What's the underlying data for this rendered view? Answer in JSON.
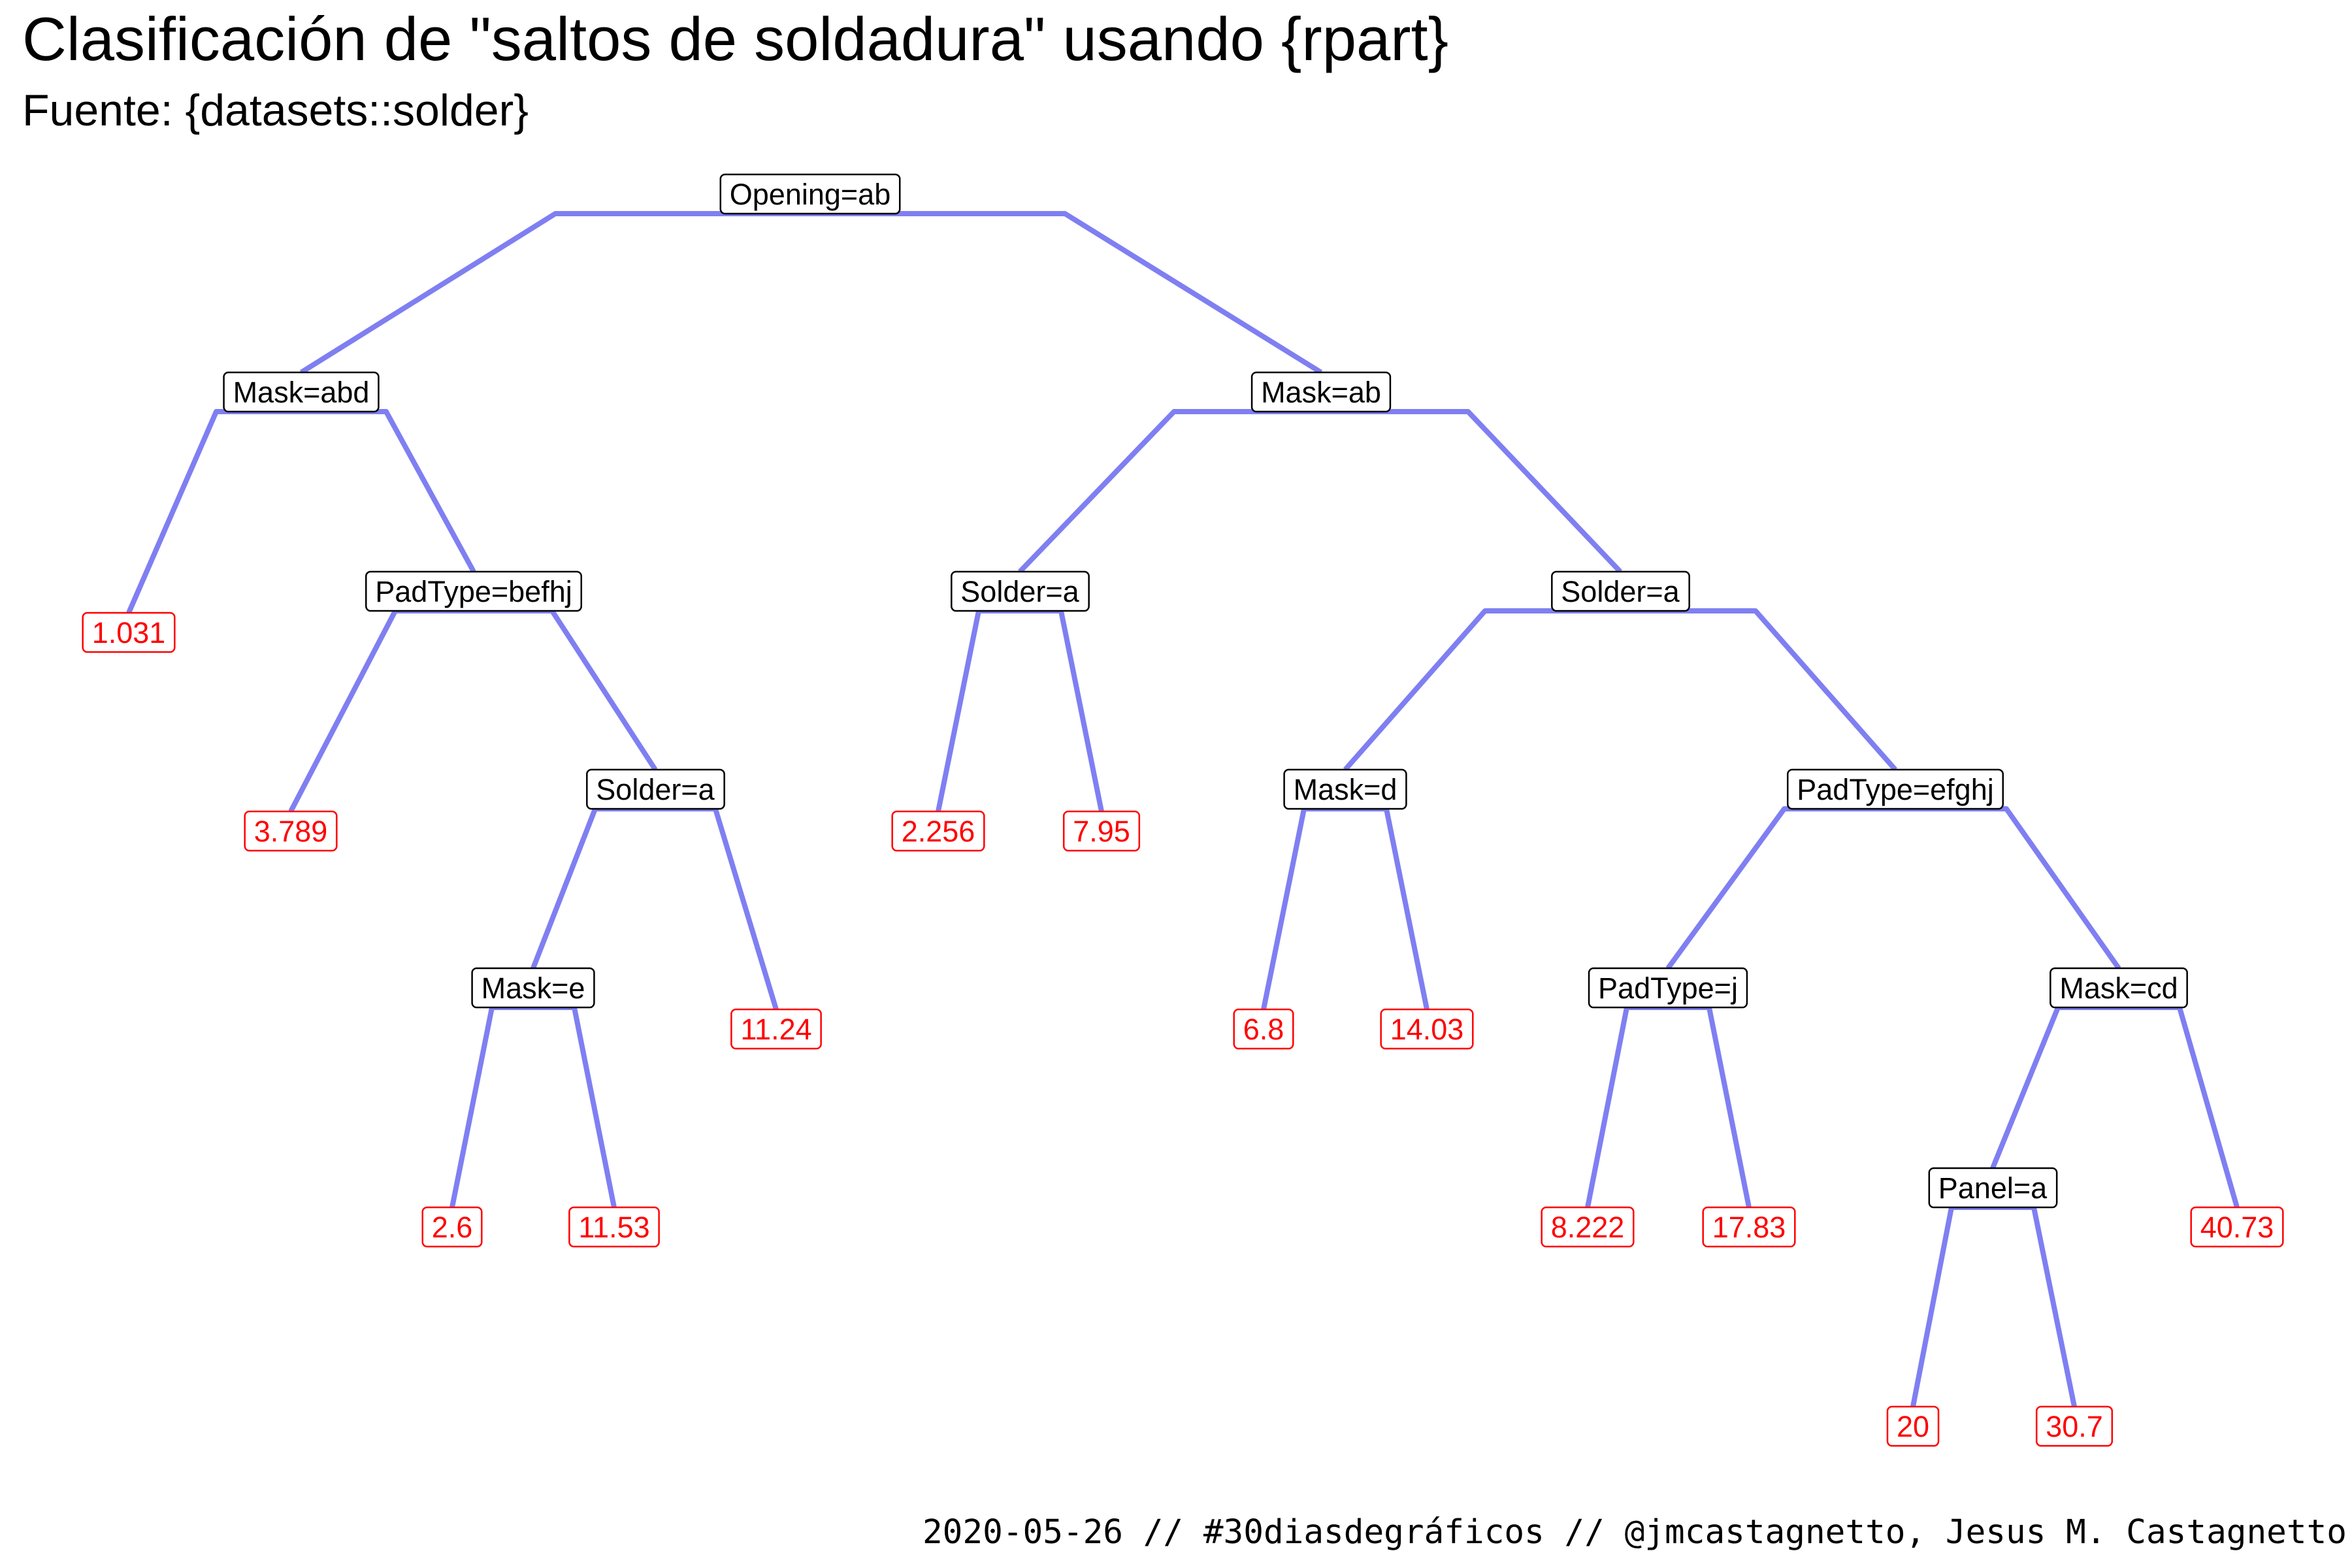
{
  "header": {
    "title": "Clasificación de \"saltos de soldadura\" usando {rpart}",
    "subtitle": "Fuente: {datasets::solder}"
  },
  "footer": {
    "caption": "2020-05-26 // #30diasdegráficos // @jmcastagnetto, Jesus M. Castagnetto"
  },
  "colors": {
    "edge": "#7f7ff2",
    "split_text": "#000000",
    "leaf_text": "#ff0000",
    "background": "#ffffff"
  },
  "tree": {
    "label": "Opening=ab",
    "children": [
      {
        "label": "Mask=abd",
        "children": [
          {
            "label": "1.031"
          },
          {
            "label": "PadType=befhj",
            "children": [
              {
                "label": "3.789"
              },
              {
                "label": "Solder=a",
                "children": [
                  {
                    "label": "Mask=e",
                    "children": [
                      {
                        "label": "2.6"
                      },
                      {
                        "label": "11.53"
                      }
                    ]
                  },
                  {
                    "label": "11.24"
                  }
                ]
              }
            ]
          }
        ]
      },
      {
        "label": "Mask=ab",
        "children": [
          {
            "label": "Solder=a",
            "children": [
              {
                "label": "2.256"
              },
              {
                "label": "7.95"
              }
            ]
          },
          {
            "label": "Solder=a",
            "children": [
              {
                "label": "Mask=d",
                "children": [
                  {
                    "label": "6.8"
                  },
                  {
                    "label": "14.03"
                  }
                ]
              },
              {
                "label": "PadType=efghj",
                "children": [
                  {
                    "label": "PadType=j",
                    "children": [
                      {
                        "label": "8.222"
                      },
                      {
                        "label": "17.83"
                      }
                    ]
                  },
                  {
                    "label": "Mask=cd",
                    "children": [
                      {
                        "label": "Panel=a",
                        "children": [
                          {
                            "label": "20"
                          },
                          {
                            "label": "30.7"
                          }
                        ]
                      },
                      {
                        "label": "40.73"
                      }
                    ]
                  }
                ]
              }
            ]
          }
        ]
      }
    ]
  }
}
